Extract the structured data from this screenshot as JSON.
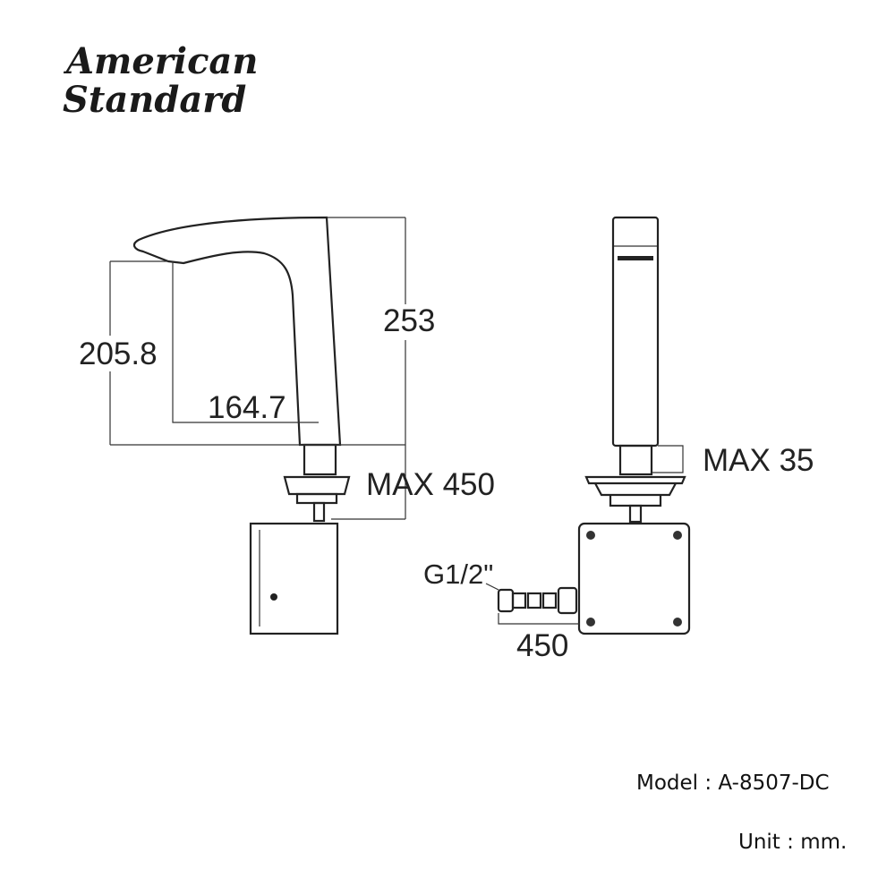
{
  "brand": {
    "line1": "American",
    "line2": "Standard"
  },
  "side_view": {
    "dim_height_total": "253",
    "dim_outlet_height": "205.8",
    "dim_reach": "164.7",
    "dim_max_length": "MAX 450"
  },
  "front_view": {
    "dim_max_deck": "MAX 35",
    "dim_hose_length": "450",
    "thread_label": "G1/2\""
  },
  "info": {
    "model": "Model : A-8507-DC",
    "unit": "Unit : mm."
  }
}
